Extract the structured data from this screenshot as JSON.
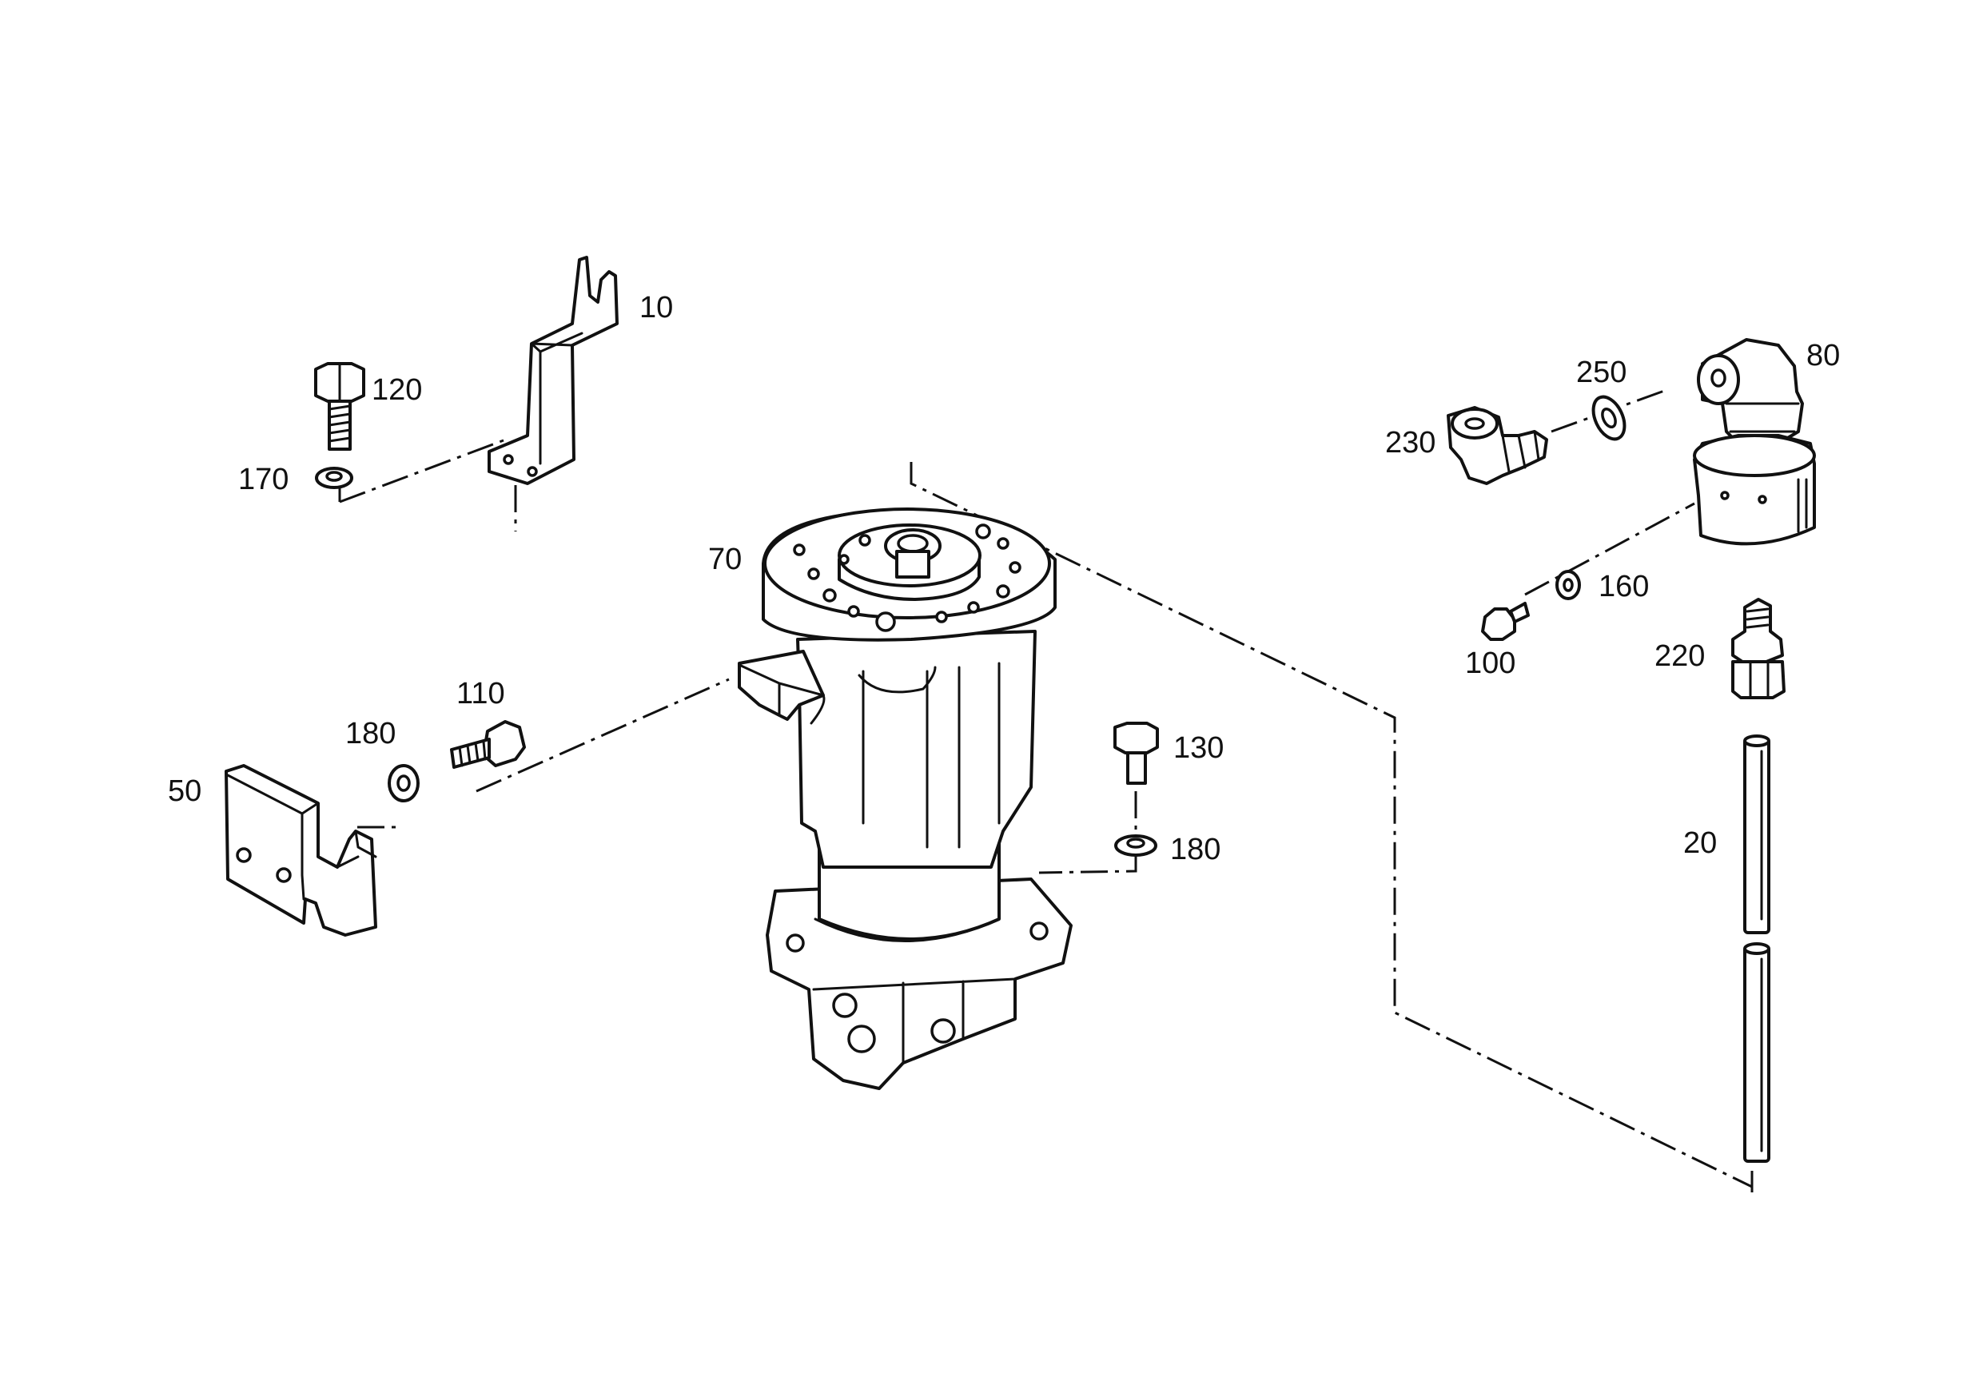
{
  "diagram": {
    "type": "exploded parts drawing",
    "colors": {
      "ink": "#111111",
      "paper": "#ffffff"
    },
    "callouts": [
      {
        "id": "c10",
        "text": "10"
      },
      {
        "id": "c120",
        "text": "120"
      },
      {
        "id": "c170",
        "text": "170"
      },
      {
        "id": "c70",
        "text": "70"
      },
      {
        "id": "c110",
        "text": "110"
      },
      {
        "id": "c180a",
        "text": "180"
      },
      {
        "id": "c50",
        "text": "50"
      },
      {
        "id": "c130",
        "text": "130"
      },
      {
        "id": "c180b",
        "text": "180"
      },
      {
        "id": "c80",
        "text": "80"
      },
      {
        "id": "c250",
        "text": "250"
      },
      {
        "id": "c230",
        "text": "230"
      },
      {
        "id": "c160",
        "text": "160"
      },
      {
        "id": "c100",
        "text": "100"
      },
      {
        "id": "c220",
        "text": "220"
      },
      {
        "id": "c20",
        "text": "20"
      }
    ]
  }
}
